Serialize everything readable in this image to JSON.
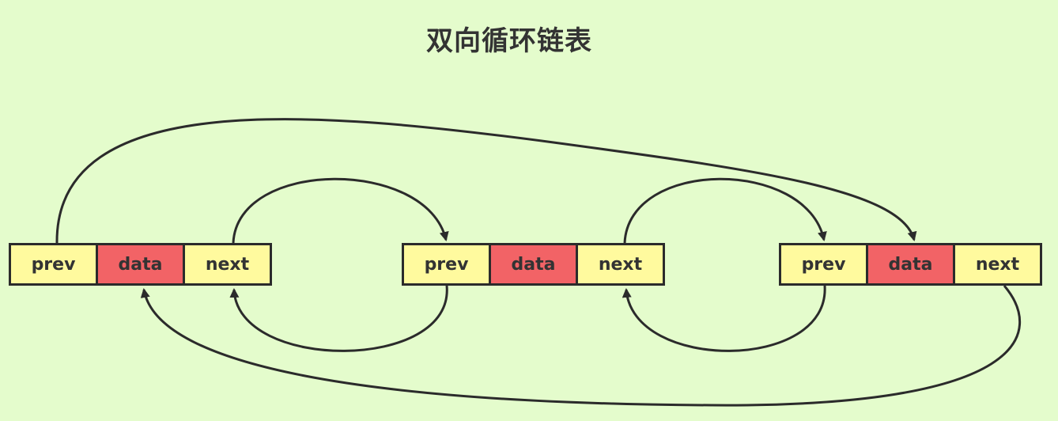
{
  "title": "双向循环链表",
  "colors": {
    "background": "#e4fccc",
    "pointer_field": "#fffa9e",
    "data_field": "#f26366",
    "line": "#2b2b2b"
  },
  "nodes": [
    {
      "prev": "prev",
      "data": "data",
      "next": "next"
    },
    {
      "prev": "prev",
      "data": "data",
      "next": "next"
    },
    {
      "prev": "prev",
      "data": "data",
      "next": "next"
    }
  ],
  "links": [
    {
      "from": "node-1.next",
      "to": "node-2.prev"
    },
    {
      "from": "node-2.prev",
      "to": "node-1.next"
    },
    {
      "from": "node-2.next",
      "to": "node-3.prev"
    },
    {
      "from": "node-3.prev",
      "to": "node-2.next"
    },
    {
      "from": "node-1.prev",
      "to": "node-3.data"
    },
    {
      "from": "node-3.next",
      "to": "node-1.data"
    }
  ]
}
